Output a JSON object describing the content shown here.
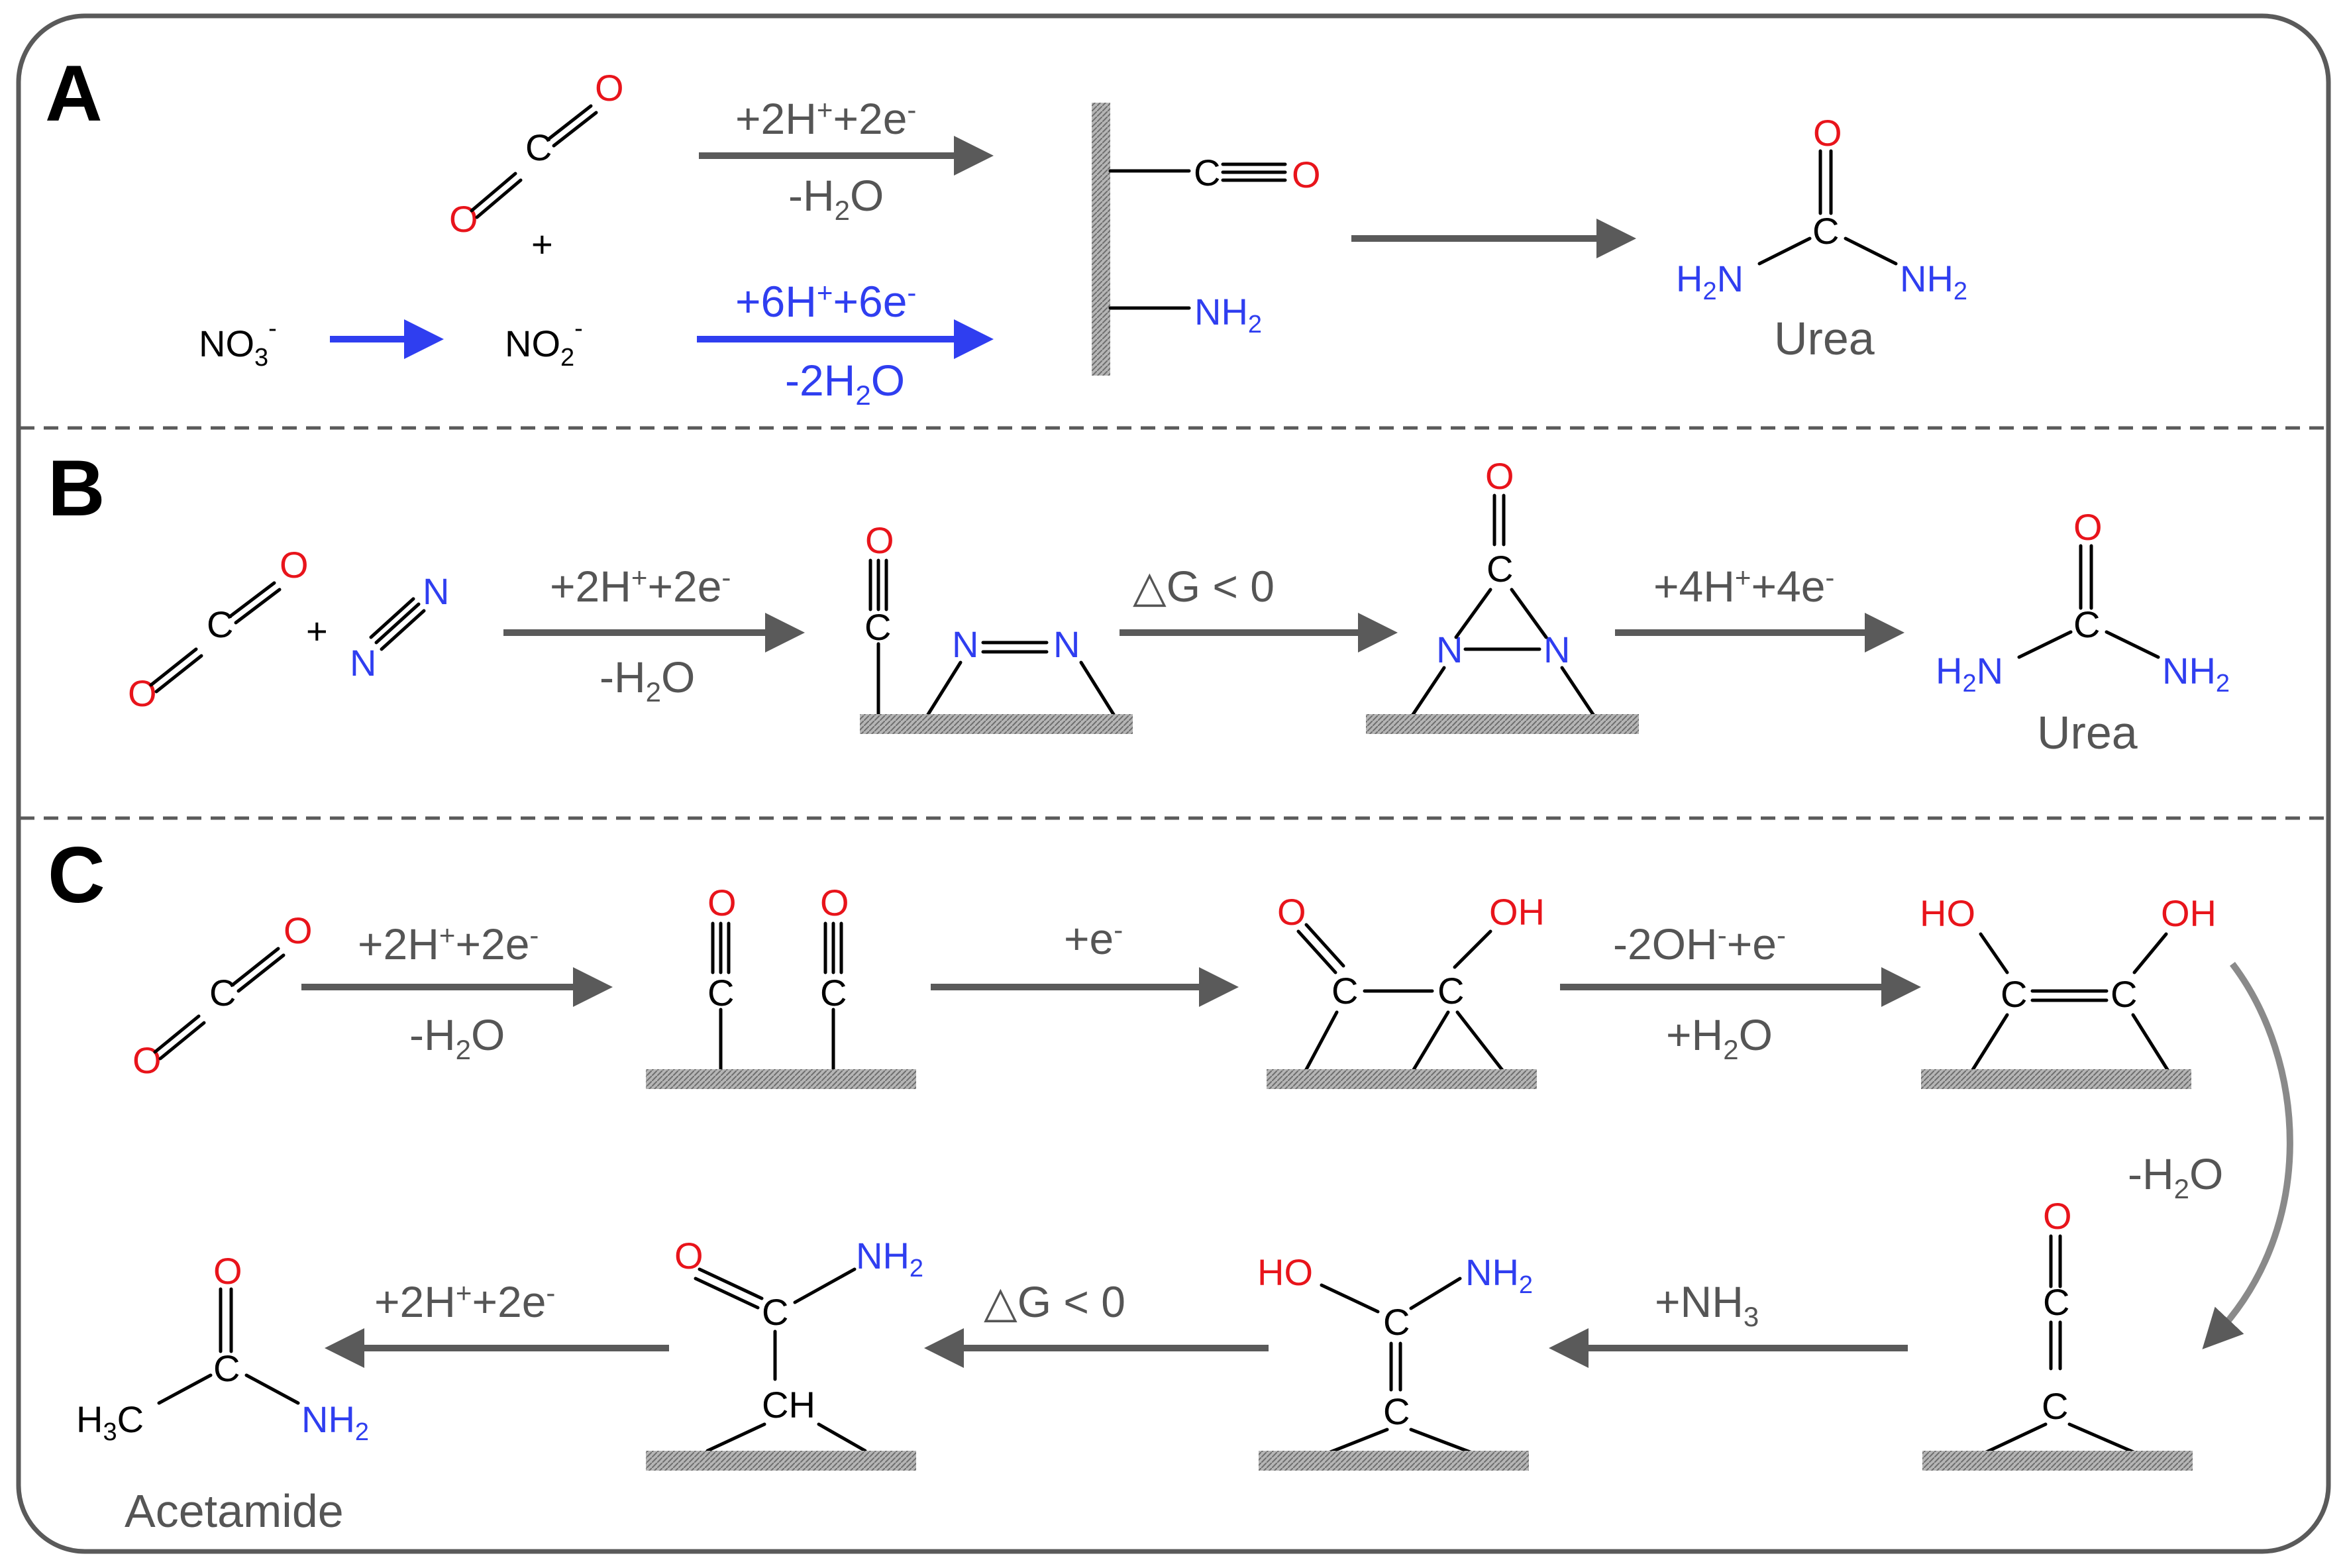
{
  "panels": {
    "a": "A",
    "b": "B",
    "c": "C"
  },
  "chem": {
    "O": "O",
    "C": "C",
    "N": "N",
    "H": "H",
    "plus": "+",
    "nitrate": "NO",
    "nitrite": "NO",
    "sub3": "3",
    "sub2": "2",
    "sup_minus": "-",
    "NH": "NH",
    "HO": "HO",
    "OH": "OH",
    "CH": "CH",
    "HC": "H",
    "C3": "C"
  },
  "conditions": {
    "a_top_1": "+2H",
    "a_top_2": "+2e",
    "a_top_3": "-H",
    "a_top_4": "O",
    "a_blue_1": "+6H",
    "a_blue_2": "+6e",
    "a_blue_3": "-2H",
    "a_blue_4": "O",
    "b1_1": "+2H",
    "b1_2": "+2e",
    "b1_3": "-H",
    "b1_4": "O",
    "b2": "△G  < 0",
    "b3_1": "+4H",
    "b3_2": "+4e",
    "c1_1": "+2H",
    "c1_2": "+2e",
    "c1_3": "-H",
    "c1_4": "O",
    "c2": "+e",
    "c3_1": "-2OH",
    "c3_2": "+e",
    "c3_3": "+H",
    "c3_4": "O",
    "c4_1": "-H",
    "c4_2": "O",
    "c5_1": "+NH",
    "c5_2": "3",
    "c6": "△G  < 0",
    "c7_1": "+2H",
    "c7_2": "+2e"
  },
  "products": {
    "urea": "Urea",
    "acetamide": "Acetamide"
  },
  "superscripts": {
    "plus": "+",
    "minus": "-"
  },
  "colors": {
    "oxygen": "#e8141b",
    "nitrogen": "#2f3ef0",
    "arrow": "#5a5a5a",
    "frame": "#5a5a5a",
    "surface": "#9a9a9a"
  }
}
